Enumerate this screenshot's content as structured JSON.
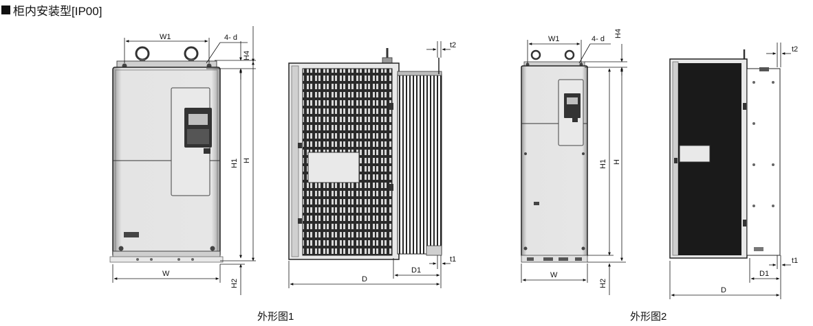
{
  "title": "柜内安装型[IP00]",
  "figure1": {
    "caption": "外形图1",
    "labels": {
      "w1": "W1",
      "d4": "4- d",
      "h4": "H4",
      "h1": "H1",
      "h": "H",
      "w": "W",
      "h2": "H2",
      "t2": "t2",
      "t1": "t1",
      "d1": "D1",
      "d": "D"
    }
  },
  "figure2": {
    "caption": "外形图2",
    "labels": {
      "w1": "W1",
      "d4": "4- d",
      "h4": "H4",
      "h1": "H1",
      "h": "H",
      "w": "W",
      "h2": "H2",
      "t2": "t2",
      "t1": "t1",
      "d1": "D1",
      "d": "D"
    }
  }
}
